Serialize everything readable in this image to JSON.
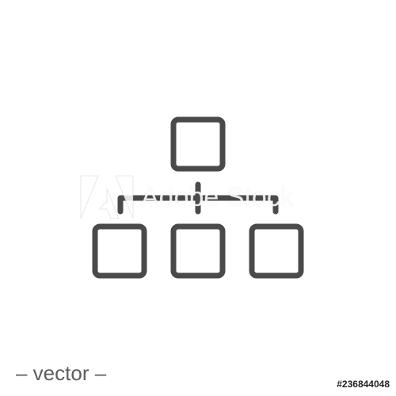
{
  "icon": {
    "name": "hierarchy-structure-icon",
    "stroke_color": "#4a4a4a",
    "fill_color": "#ffffff"
  },
  "watermark": {
    "text": "Adobe Stock",
    "logo": "adobe-logo-icon"
  },
  "footer": {
    "vector_label": "– vector –",
    "stock_id": "#236844048"
  }
}
